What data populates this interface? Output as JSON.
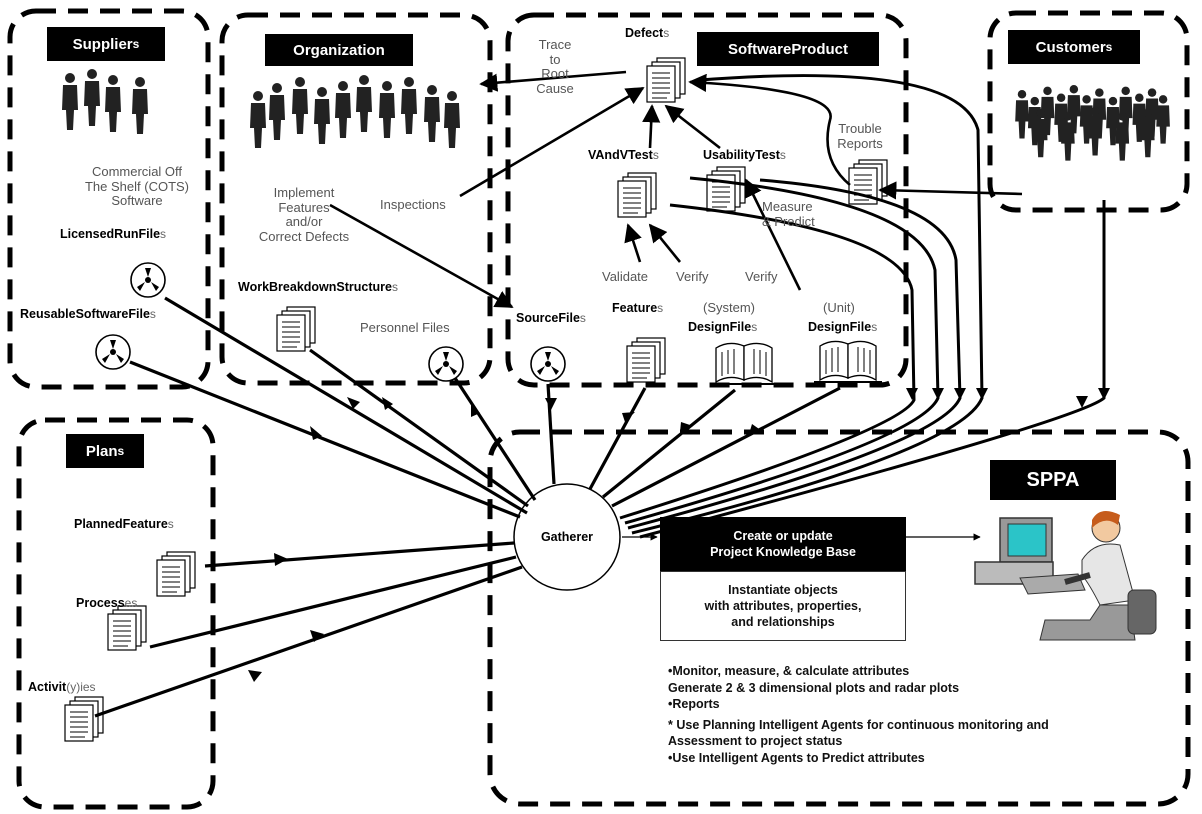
{
  "boxes": {
    "suppliers": "Supplier",
    "suppliers_suffix": "s",
    "organization": "Organization",
    "software_product": "SoftwareProduct",
    "customers": "Customer",
    "customers_suffix": "s",
    "plans": "Plan",
    "plans_suffix": "s",
    "sppa": "SPPA"
  },
  "suppliers": {
    "cots_line1": "Commercial Off",
    "cots_line2": "The Shelf (COTS)",
    "cots_line3": "Software",
    "licensed": "LicensedRunFile",
    "licensed_suffix": "s",
    "reusable": "ReusableSoftwareFile",
    "reusable_suffix": "s"
  },
  "organization": {
    "implement_line1": "Implement",
    "implement_line2": "Features",
    "implement_line3": "and/or",
    "implement_line4": "Correct Defects",
    "wbs": "WorkBreakdownStructure",
    "wbs_suffix": "s",
    "personnel": "Personnel Files",
    "inspections": "Inspections"
  },
  "product": {
    "trace_line1": "Trace",
    "trace_line2": "to",
    "trace_line3": "Root",
    "trace_line4": "Cause",
    "defects": "Defect",
    "defects_suffix": "s",
    "vandv": "VAndVTest",
    "vandv_suffix": "s",
    "usability": "UsabilityTest",
    "usability_suffix": "s",
    "trouble_line1": "Trouble",
    "trouble_line2": "Reports",
    "measure_line1": "Measure",
    "measure_line2": "& Predict",
    "validate": "Validate",
    "verify1": "Verify",
    "verify2": "Verify",
    "source": "SourceFile",
    "source_suffix": "s",
    "features": "Feature",
    "features_suffix": "s",
    "system": "(System)",
    "unit": "(Unit)",
    "design1": "DesignFile",
    "design1_suffix": "s",
    "design2": "DesignFile",
    "design2_suffix": "s"
  },
  "plans": {
    "planned": "PlannedFeature",
    "planned_suffix": "s",
    "process": "Process",
    "process_suffix": "es",
    "activity": "Activit",
    "activity_mid": "(y)",
    "activity_suffix": "ies"
  },
  "gatherer": "Gatherer",
  "kb": {
    "head_line1": "Create or update",
    "head_line2": "Project Knowledge Base",
    "body_line1": "Instantiate objects",
    "body_line2": "with attributes, properties,",
    "body_line3": "and relationships"
  },
  "bullets": {
    "b1": "•Monitor, measure, & calculate attributes",
    "b1b": " Generate 2 & 3 dimensional plots and radar plots",
    "b2": "•Reports",
    "b3": "* Use Planning Intelligent Agents  for continuous monitoring and",
    "b3b": " Assessment to project status",
    "b4": "•Use Intelligent Agents to Predict attributes"
  },
  "icons": {
    "people": "people-group-icon",
    "document": "document-stack-icon",
    "book": "open-book-icon",
    "disk": "disk-reel-icon",
    "computer": "computer-user-icon"
  }
}
